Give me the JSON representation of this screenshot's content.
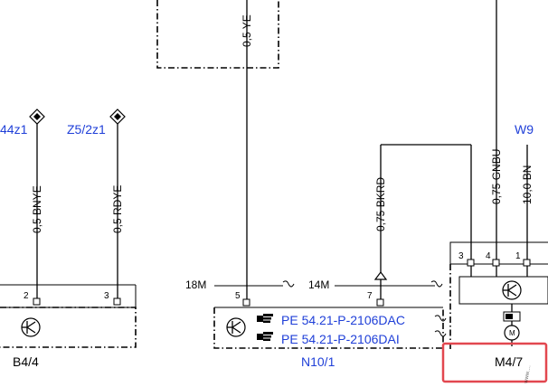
{
  "colors": {
    "wire_label": "#000000",
    "link_label": "#1f3fd8",
    "highlight": "#e2474f",
    "diagram_line": "#000000"
  },
  "wires": {
    "w_top": "0,5 YE",
    "w_b44": "0,5 BNYE",
    "w_z52": "0,5 RDYE",
    "w_bkrd": "0,75 BKRD",
    "w_gnbu": "0,75 GNBU",
    "w_bn": "10,0 BN"
  },
  "refs": {
    "z44": "44z1",
    "z52": "Z5/2z1",
    "w9": "W9"
  },
  "pins": {
    "b44": "2",
    "z52": "3",
    "n10_5": "5",
    "n10_7": "7",
    "m4_3": "3",
    "m4_4": "4",
    "m4_1": "1"
  },
  "connectors": {
    "c18": "18M",
    "c14": "14M"
  },
  "pe_links": [
    "PE 54.21-P-2106DAC",
    "PE 54.21-P-2106DAI"
  ],
  "components": {
    "b44": "B4/4",
    "n10": "N10/1",
    "m47": "M4/7"
  },
  "motor_label": "M",
  "watermark": "www.…"
}
